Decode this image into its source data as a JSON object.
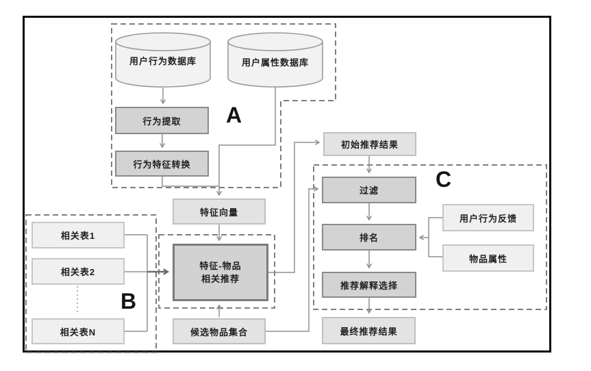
{
  "section_labels": {
    "a": "A",
    "b": "B",
    "c": "C"
  },
  "databases": {
    "user_behavior": "用户行为数据库",
    "user_attribute": "用户属性数据库"
  },
  "process_a": {
    "behavior_extraction": "行为提取",
    "behavior_feature_conversion": "行为特征转换"
  },
  "middle": {
    "feature_vector": "特征向量",
    "feature_item_recommendation": {
      "line1": "特征-物品",
      "line2": "相关推荐"
    },
    "candidate_item_set": "候选物品集合"
  },
  "section_b": {
    "related_table_1": "相关表1",
    "related_table_2": "相关表2",
    "related_table_n": "相关表N"
  },
  "section_c": {
    "initial_results": "初始推荐结果",
    "filter": "过滤",
    "ranking": "排名",
    "explanation_selection": "推荐解释选择",
    "final_results": "最终推荐结果",
    "user_behavior_feedback": "用户行为反馈",
    "item_attributes": "物品属性"
  },
  "colors": {
    "frame": "#0a0a0a",
    "dashed_border": "#7d7d7d",
    "dark_box_fill": "#d3d3d3",
    "dark_box_border": "#8a8a8a",
    "medium_box_fill": "#e3e3e3",
    "medium_box_border": "#c0c0c0",
    "light_box_fill": "#f0f0f0",
    "light_box_border": "#c6c6c6",
    "cylinder_fill": "#f2f2f2",
    "cylinder_border": "#9a9a9a",
    "connector": "#8f8f8f",
    "text": "#1f1f1f"
  }
}
